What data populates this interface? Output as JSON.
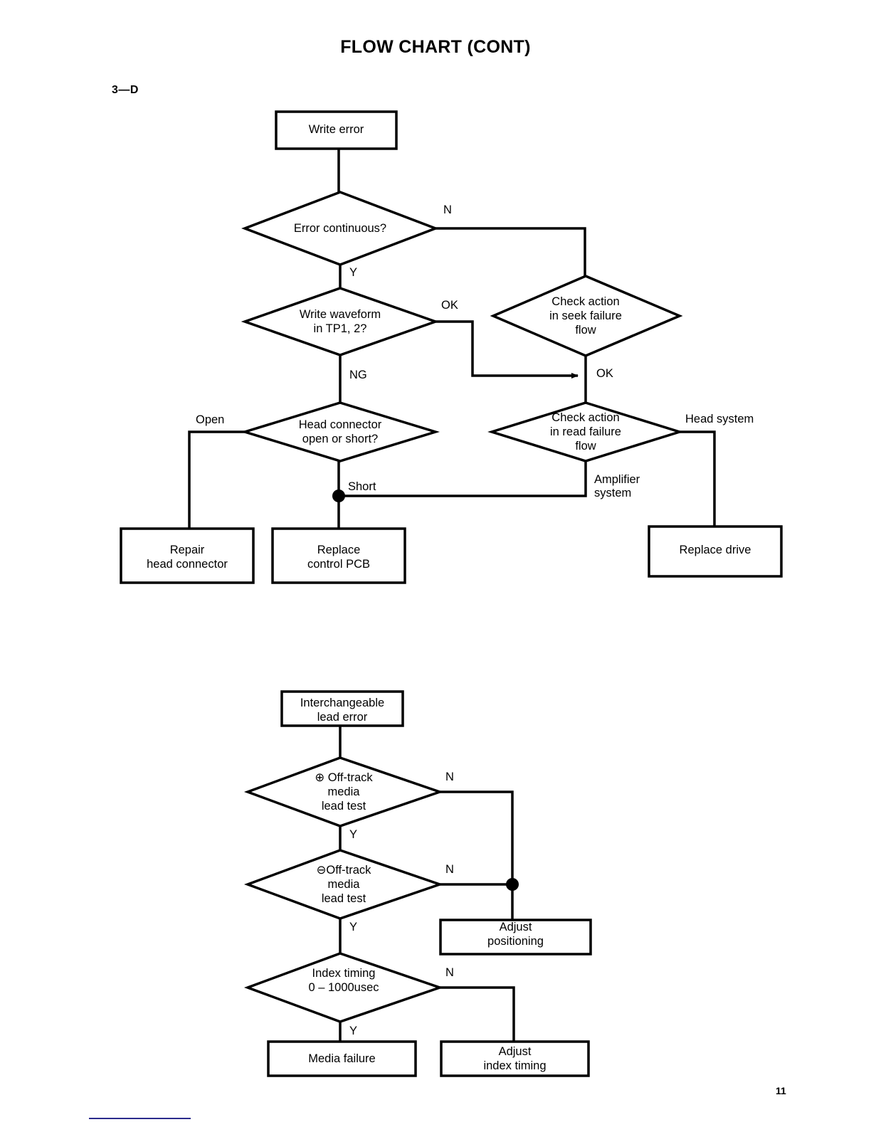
{
  "document": {
    "title": "FLOW CHART (CONT)",
    "section_label": "3—D",
    "page_number": "11"
  },
  "chart_data": {
    "type": "diagram",
    "title": "FLOW CHART (CONT)",
    "subtype": "flowchart",
    "charts": [
      {
        "id": "write-error-flow",
        "name": "Write error troubleshooting flow",
        "nodes": [
          {
            "id": "write-error",
            "shape": "rect",
            "text": "Write error"
          },
          {
            "id": "error-continuous",
            "shape": "diamond",
            "text": "Error continuous?"
          },
          {
            "id": "write-waveform",
            "shape": "diamond",
            "text": "Write waveform\nin TP1, 2?"
          },
          {
            "id": "check-seek",
            "shape": "diamond",
            "text": "Check action\nin seek failure\nflow"
          },
          {
            "id": "head-connector",
            "shape": "diamond",
            "text": "Head connector\nopen or short?"
          },
          {
            "id": "check-read",
            "shape": "diamond",
            "text": "Check action\nin read failure\nflow"
          },
          {
            "id": "repair-head-connector",
            "shape": "rect",
            "text": "Repair\nhead connector"
          },
          {
            "id": "replace-control-pcb",
            "shape": "rect",
            "text": "Replace\ncontrol PCB"
          },
          {
            "id": "replace-drive",
            "shape": "rect",
            "text": "Replace drive"
          }
        ],
        "edge_labels": [
          {
            "id": "ec-n",
            "text": "N"
          },
          {
            "id": "ec-y",
            "text": "Y"
          },
          {
            "id": "ww-ok",
            "text": "OK"
          },
          {
            "id": "ww-ng",
            "text": "NG"
          },
          {
            "id": "seek-ok",
            "text": "OK"
          },
          {
            "id": "hc-open",
            "text": "Open"
          },
          {
            "id": "hc-short",
            "text": "Short"
          },
          {
            "id": "read-head",
            "text": "Head system"
          },
          {
            "id": "read-amp",
            "text": "Amplifier\nsystem"
          }
        ],
        "edges": [
          {
            "from": "write-error",
            "to": "error-continuous",
            "label": ""
          },
          {
            "from": "error-continuous",
            "to": "check-seek",
            "label": "N"
          },
          {
            "from": "error-continuous",
            "to": "write-waveform",
            "label": "Y"
          },
          {
            "from": "write-waveform",
            "to": "check-seek",
            "label": "OK"
          },
          {
            "from": "write-waveform",
            "to": "head-connector",
            "label": "NG"
          },
          {
            "from": "check-seek",
            "to": "check-read",
            "label": "OK"
          },
          {
            "from": "head-connector",
            "to": "repair-head-connector",
            "label": "Open"
          },
          {
            "from": "head-connector",
            "to": "replace-control-pcb",
            "label": "Short"
          },
          {
            "from": "check-read",
            "to": "replace-control-pcb",
            "label": "Amplifier system"
          },
          {
            "from": "check-read",
            "to": "replace-drive",
            "label": "Head system"
          }
        ]
      },
      {
        "id": "interchangeable-lead-error-flow",
        "name": "Interchangeable lead error troubleshooting flow",
        "nodes": [
          {
            "id": "lead-error",
            "shape": "rect",
            "text": "Interchangeable\nlead error"
          },
          {
            "id": "plus-offtrack",
            "shape": "diamond",
            "text": "⊕ Off-track\nmedia\nlead test"
          },
          {
            "id": "minus-offtrack",
            "shape": "diamond",
            "text": "⊖Off-track\nmedia\nlead test"
          },
          {
            "id": "index-timing",
            "shape": "diamond",
            "text": "Index timing\n0 – 1000usec"
          },
          {
            "id": "adjust-positioning",
            "shape": "rect",
            "text": "Adjust\npositioning"
          },
          {
            "id": "media-failure",
            "shape": "rect",
            "text": "Media failure"
          },
          {
            "id": "adjust-index-timing",
            "shape": "rect",
            "text": "Adjust\nindex timing"
          }
        ],
        "edge_labels": [
          {
            "id": "p-n",
            "text": "N"
          },
          {
            "id": "p-y",
            "text": "Y"
          },
          {
            "id": "m-n",
            "text": "N"
          },
          {
            "id": "m-y",
            "text": "Y"
          },
          {
            "id": "it-n",
            "text": "N"
          },
          {
            "id": "it-y",
            "text": "Y"
          }
        ],
        "edges": [
          {
            "from": "lead-error",
            "to": "plus-offtrack",
            "label": ""
          },
          {
            "from": "plus-offtrack",
            "to": "adjust-positioning",
            "label": "N"
          },
          {
            "from": "plus-offtrack",
            "to": "minus-offtrack",
            "label": "Y"
          },
          {
            "from": "minus-offtrack",
            "to": "adjust-positioning",
            "label": "N"
          },
          {
            "from": "minus-offtrack",
            "to": "index-timing",
            "label": "Y"
          },
          {
            "from": "index-timing",
            "to": "adjust-index-timing",
            "label": "N"
          },
          {
            "from": "index-timing",
            "to": "media-failure",
            "label": "Y"
          }
        ]
      }
    ],
    "colors": {
      "ink": "#000000",
      "paper": "#ffffff",
      "footer_rule": "#2b2b8c"
    }
  }
}
